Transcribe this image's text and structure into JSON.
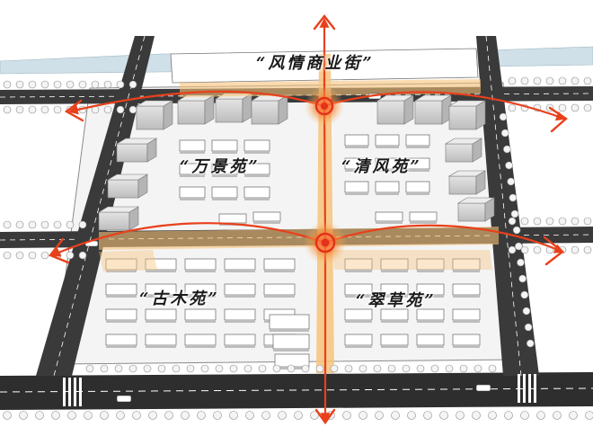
{
  "labels": {
    "commercial_street": "“风情商业街”",
    "wanjing_garden": "“万景苑”",
    "qingfeng_garden": "“清风苑”",
    "gumu_garden": "“古木苑”",
    "cuicao_garden": "“翠草苑”"
  },
  "colors": {
    "axis_glow": "#f7c27a",
    "arrow": "#e8401c",
    "node": "#e3321a",
    "road": "#2b2b2b",
    "river": "#cfe0e8",
    "building": "#d9d9d9",
    "building_dark": "#b5b5b5"
  },
  "icons": [
    "axis-node-icon",
    "direction-arrow-icon",
    "tree-icon",
    "car-icon",
    "pedestrian-icon"
  ]
}
